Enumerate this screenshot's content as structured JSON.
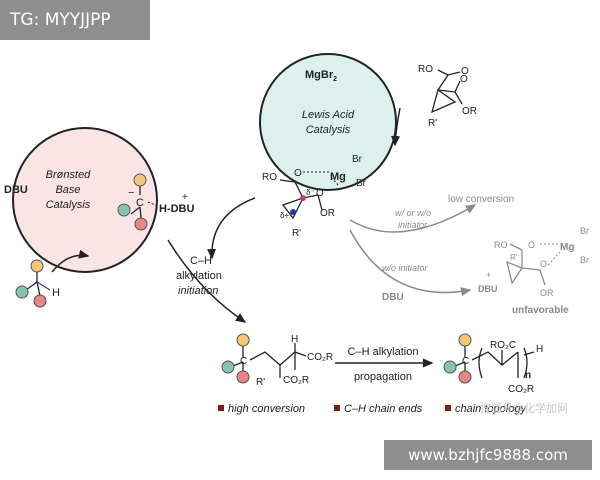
{
  "overlay": {
    "tag": "TG: MYYJJPP",
    "url": "www.bzhjfc9888.com",
    "watermark": "搜狐号@化学加网"
  },
  "colors": {
    "bronsted_fill": "#fbe4e4",
    "lewis_fill": "#dcf1ee",
    "lewis_title": "#3c8a7d",
    "blue": "#2b3a9c",
    "pink_dot": "#d62f8a",
    "bullet": "#7a1e1e",
    "yellow": "#f3c776",
    "red": "#e98585",
    "teal": "#86c2b5"
  },
  "bronsted": {
    "line1": "Brønsted",
    "line2": "Base",
    "line3": "Catalysis",
    "dbu": "DBU",
    "h_dbu": "H-DBU",
    "plus": "+",
    "minus": "−",
    "carbon": "C"
  },
  "lewis": {
    "line1": "Lewis Acid",
    "line2": "Catalysis",
    "mgbr2": "MgBr",
    "sub2": "2"
  },
  "substrate": {
    "ro": "RO",
    "or": "OR",
    "o1": "O",
    "o2": "O",
    "r_prime": "R'"
  },
  "complex": {
    "ro": "RO",
    "or": "OR",
    "o1": "O",
    "o2": "O",
    "mg": "Mg",
    "br1": "Br",
    "br2": "Br",
    "delta_minus": "δ⁻",
    "delta_plus": "δ+",
    "r_prime": "R'"
  },
  "labels": {
    "ch_line1": "C–H",
    "ch_line2": "alkylation",
    "ch_line3": "initiation",
    "low_conversion": "low conversion",
    "wow_line1": "w/ or w/o",
    "wow_line2": "initiator",
    "wo_line1": "w/o initiator",
    "dbu": "DBU",
    "unfavorable": "unfavorable",
    "prop_line1": "C–H alkylation",
    "prop_line2": "propagation"
  },
  "unfav": {
    "ro": "RO",
    "or": "OR",
    "o1": "O",
    "o2": "O",
    "mg": "Mg",
    "br1": "Br",
    "br2": "Br",
    "dbu": "DBU",
    "plus": "+",
    "r_prime": "R'"
  },
  "product1": {
    "c": "C",
    "h": "H",
    "co2r_1": "CO₂R",
    "co2r_2": "CO₂R",
    "r_prime": "R'"
  },
  "product2": {
    "c": "C",
    "h": "H",
    "ro2c": "RO₂C",
    "co2r": "CO₂R",
    "n": "n"
  },
  "bullets": [
    "high conversion",
    "C–H chain ends",
    "chain topology"
  ],
  "reactant": {
    "h": "H"
  }
}
